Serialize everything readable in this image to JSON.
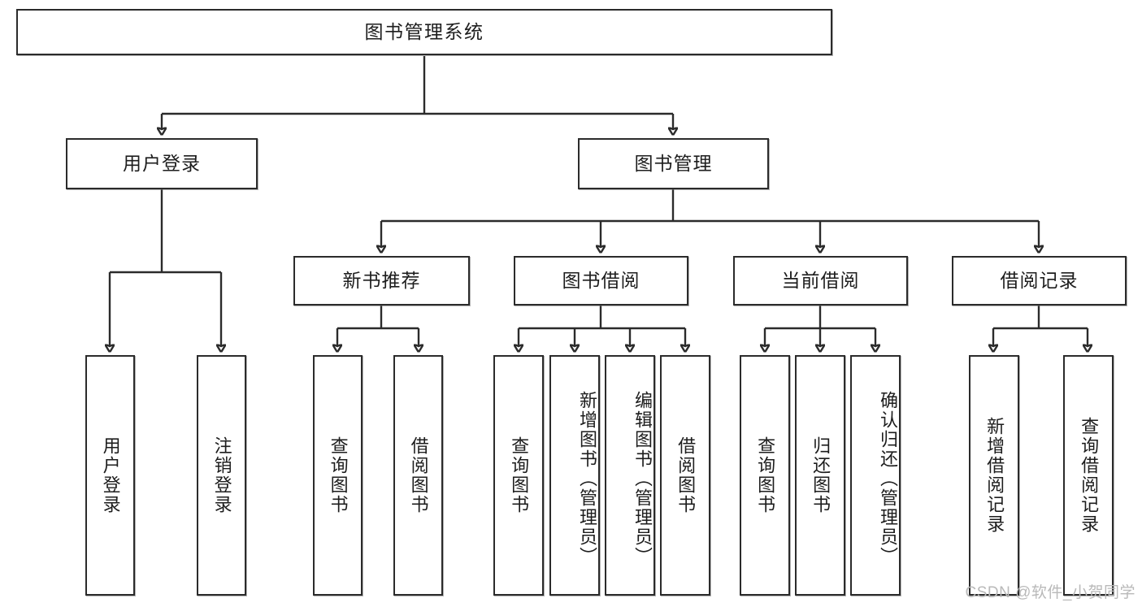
{
  "diagram": {
    "title": "图书管理系统",
    "type": "tree-hierarchy",
    "root": {
      "label": "图书管理系统"
    },
    "level2": [
      {
        "label": "用户登录"
      },
      {
        "label": "图书管理"
      }
    ],
    "level3": [
      {
        "label": "新书推荐"
      },
      {
        "label": "图书借阅"
      },
      {
        "label": "当前借阅"
      },
      {
        "label": "借阅记录"
      }
    ],
    "leaves": {
      "user_login": [
        {
          "label": "用户登录"
        },
        {
          "label": "注销登录"
        }
      ],
      "new_book_recommend": [
        {
          "label": "查询图书"
        },
        {
          "label": "借阅图书"
        }
      ],
      "book_borrow": [
        {
          "label": "查询图书"
        },
        {
          "label": "新增图书（管理员）"
        },
        {
          "label": "编辑图书（管理员）"
        },
        {
          "label": "借阅图书"
        }
      ],
      "current_borrow": [
        {
          "label": "查询图书"
        },
        {
          "label": "归还图书"
        },
        {
          "label": "确认归还（管理员）"
        }
      ],
      "borrow_records": [
        {
          "label": "新增借阅记录"
        },
        {
          "label": "查询借阅记录"
        }
      ]
    }
  },
  "watermark": {
    "text": "CSDN @软件_小贺同学"
  },
  "colors": {
    "stroke": "#2b2b2b",
    "background": "#ffffff",
    "text": "#1d1d1d",
    "watermark": "#b9b9b9"
  }
}
